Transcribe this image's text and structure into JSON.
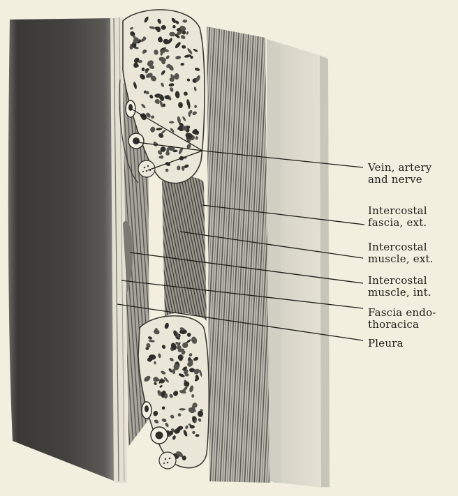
{
  "labels": [
    {
      "id": "vein-artery-nerve",
      "lines": [
        "Vein, artery",
        "and nerve"
      ]
    },
    {
      "id": "intercostal-fascia-ext",
      "lines": [
        "Intercostal",
        "fascia, ext."
      ]
    },
    {
      "id": "intercostal-muscle-ext",
      "lines": [
        "Intercostal",
        "muscle, ext."
      ]
    },
    {
      "id": "intercostal-muscle-int",
      "lines": [
        "Intercostal",
        "muscle, int."
      ]
    },
    {
      "id": "fascia-endothoracica",
      "lines": [
        "Fascia endo-",
        "thoracica"
      ]
    },
    {
      "id": "pleura",
      "lines": [
        "Pleura"
      ]
    }
  ],
  "colors": {
    "paper": "#f3efdf",
    "ink": "#1e1c18",
    "dark_band": "#3e3d3a",
    "bone": "#e9e5d6",
    "muscle": "#8a8780"
  }
}
